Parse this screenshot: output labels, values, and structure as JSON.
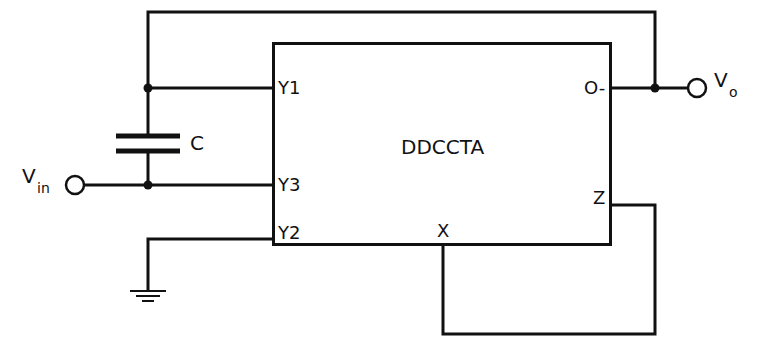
{
  "diagram": {
    "nodes": [
      {
        "text": [
          "DDCCTA"
        ]
      }
    ],
    "labels": [
      "Y1",
      "Y3",
      "Y2",
      "X",
      "O-",
      "Z",
      "C",
      "V",
      "in",
      "V",
      "o"
    ]
  }
}
